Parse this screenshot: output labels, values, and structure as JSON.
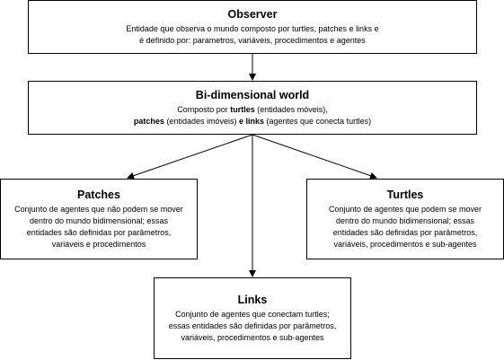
{
  "observer": {
    "title": "Observer",
    "lines": [
      "Entidade que observa o mundo composto por turtles, patches e links e",
      "é definido por: parametros, variáveis, procedimentos e agentes"
    ]
  },
  "world": {
    "title": "Bi-dimensional world",
    "line1_prefix": "Composto por ",
    "line1_bold": "turtles",
    "line1_suffix": " (entidades móveis),",
    "line2_bold1": "patches",
    "line2_mid": " (entidades imóveis) ",
    "line2_bold2": "e links",
    "line2_suffix": " (agentes que conecta turtles)"
  },
  "patches": {
    "title": "Patches",
    "lines": [
      "Conjunto de agentes que não podem se mover",
      "dentro do mundo bidimensional; essas",
      "entidades são definidas por parâmetros,",
      "variáveis e procedimentos"
    ]
  },
  "turtles": {
    "title": "Turtles",
    "lines": [
      "Conjunto de agentes que podem se mover",
      "dentro do mundo bidimensional; essas",
      "entidades são definidas por parâmetros,",
      "variáveis, procedimentos e sub-agentes"
    ]
  },
  "links": {
    "title": "Links",
    "lines": [
      "Conjunto de agentes que conectam turtles;",
      "essas entidades são definidas por parâmetros,",
      "variáveis, procedimentos e sub-agentes"
    ]
  }
}
